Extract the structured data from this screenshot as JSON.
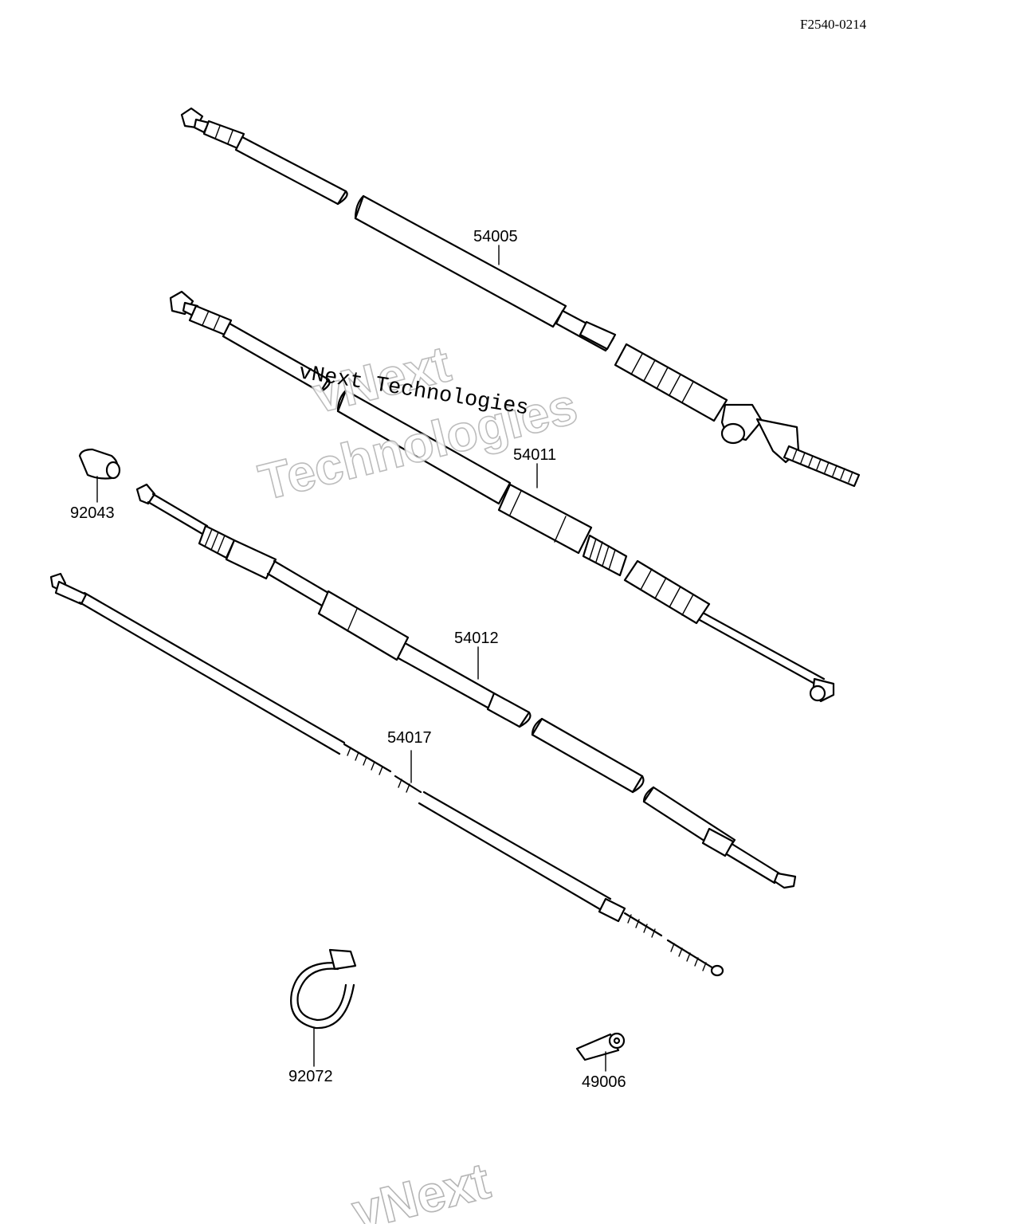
{
  "diagram": {
    "code": "F2540-0214",
    "parts": {
      "p54005": "54005",
      "p54011": "54011",
      "p92043": "92043",
      "p54012": "54012",
      "p54017": "54017",
      "p92072": "92072",
      "p49006": "49006"
    }
  },
  "watermark": {
    "logo_line1": "vNext",
    "logo_line2": "Technologies",
    "text": "vNext Technologies",
    "bottom_fragment": "vNext"
  }
}
